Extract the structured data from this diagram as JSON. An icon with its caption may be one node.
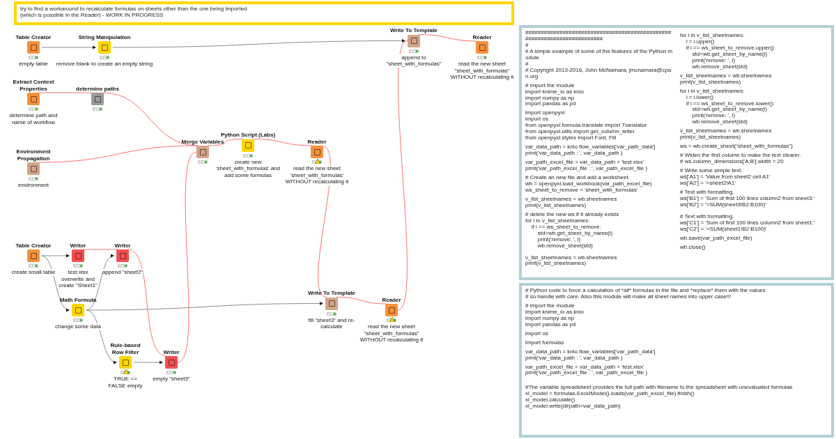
{
  "diagram": {
    "nodes": [
      {
        "text": [
          "try to find a workaround to recalculate formulas on sheets other than the one being imported",
          "(which is possible in the Reader) - WORK IN PROGRESS"
        ]
      },
      {
        "text": [
          "Table Creator",
          "empty table"
        ]
      },
      {
        "text": [
          "String Manipulation",
          "remove blank to create an empty string"
        ]
      },
      {
        "text": [
          "Write To Template",
          "append to \"sheet_with_formulas\""
        ]
      },
      {
        "text": [
          "Reader",
          "read the new sheet \"sheet_with_formulas\" WITHOUT recalculating it"
        ]
      },
      {
        "text": [
          "Extract Context Properties",
          "determine path and name of workflow"
        ]
      },
      {
        "text": [
          "determine paths"
        ]
      },
      {
        "text": [
          "Merge Variables"
        ]
      },
      {
        "text": [
          "Python Script (Labs)",
          "create new 'sheet_with_formulas' and add some formulas"
        ]
      },
      {
        "text": [
          "Reader",
          "read the new sheet 'sheet_with_formulas' WITHOUT recalculating it"
        ]
      },
      {
        "text": [
          "Environment Propagation",
          "environment"
        ]
      },
      {
        "text": [
          "Table Creator",
          "create small table"
        ]
      },
      {
        "text": [
          "Writer",
          "test.xlsx overwrite and create \"Sheet1\""
        ]
      },
      {
        "text": [
          "Writer",
          "append \"sheet2\""
        ]
      },
      {
        "text": [
          "Math Formula",
          "change some data"
        ]
      },
      {
        "text": [
          "Write To Template",
          "fill \"sheet3\" and re-calculate"
        ]
      },
      {
        "text": [
          "Reader",
          "read the new sheet \"sheet_with_formulas\" WITHOUT recalculating it"
        ]
      },
      {
        "text": [
          "Rule-based Row Filter",
          "TRUE => FALSE empty"
        ]
      },
      {
        "text": [
          "Writer",
          "empty \"sheet3\""
        ]
      },
      {
        "text": [
          "########################################################################",
          "#",
          "# A simple example of some of the features of the Python module.",
          "#",
          "# Copyright 2013-2016, John McNamara, jmcnamara@cpan.org",
          "# import the module",
          "import knime_io as knio",
          "import numpy as np",
          "import pandas as pd",
          "import openpyxl",
          "import os",
          "from openpyxl.formula.translate import Translator",
          "from openpyxl.utils import get_column_letter",
          "from openpyxl.styles import Font, Fill",
          "var_data_path = knio.flow_variables['var_path_data']",
          "print('var_data_path : ', var_data_path )",
          "var_path_excel_file = var_data_path + 'test.xlsx'",
          "print('var_path_excel_file : ', var_path_excel_file )",
          "# Create an new file and add a worksheet.",
          "wb = openpyxl.load_workbook(var_path_excel_file)",
          "ws_sheet_to_remove = 'sheet_with_formulas'",
          "v_list_sheetnames = wb.sheetnames",
          "print(v_list_sheetnames)",
          "# delete the new ws if it already exists",
          "for i in v_list_sheetnames:",
          "    if i == ws_sheet_to_remove:",
          "        std=wb.get_sheet_by_name(i)",
          "        print('remove: ', i)",
          "        wb.remove_sheet(std)",
          "v_list_sheetnames = wb.sheetnames",
          "print(v_list_sheetnames)",
          "for i in v_list_sheetnames:",
          "    i = i.upper()",
          "    if i == ws_sheet_to_remove.upper():",
          "        std=wb.get_sheet_by_name(i)",
          "        print('remove: ', i)",
          "        wb.remove_sheet(std)",
          "v_list_sheetnames = wb.sheetnames",
          "print(v_list_sheetnames)",
          "for i in v_list_sheetnames:",
          "    i = i.lower()",
          "    if i == ws_sheet_to_remove.lower():",
          "        std=wb.get_sheet_by_name(i)",
          "        print('remove: ', i)",
          "        wb.remove_sheet(std)",
          "v_list_sheetnames = wb.sheetnames",
          "print(v_list_sheetnames)",
          "ws = wb.create_sheet(\"sheet_with_formulas\")",
          "# Widen the first column to make the text clearer.",
          "# ws.column_dimensions['A:B'].width = 20",
          "# Write some simple text.",
          "ws['A1'] = 'Value from sheet2 cell A1'",
          "ws['A2'] = '=sheet2!A1'",
          "# Text with formatting.",
          "ws['B1'] = 'Sum of first 100 lines column2 from sheet3:'",
          "ws['B2'] = '=SUM(sheet3!B2:B100)'",
          "# Text with formatting.",
          "ws['C1'] = 'Sum of first 100 lines column2 from sheet1:'",
          "ws['C2'] = '=SUM(sheet1!B2:B100)'",
          "wb.save(var_path_excel_file)",
          "wb.close()"
        ]
      },
      {
        "text": [
          "# Python code to force a calculation of *all* formulas in the file and *replace* them with the values",
          "# so handle with care. Also this module will make all sheet names into upper case!!!",
          "# import the module",
          "import knime_io as knio",
          "import numpy as np",
          "import pandas as pd",
          "import os",
          "import formulas",
          "var_data_path = knio.flow_variables['var_path_data']",
          "print('var_data_path : ', var_data_path )",
          "var_path_excel_file = var_data_path + 'test.xlsx'",
          "print('var_path_excel_file : ', var_path_excel_file )",
          "#The variable spreadsheet provides the full path with filename to the spreadsheet with unevaluated formulae",
          "xl_model = formulas.ExcelModel().loads(var_path_excel_file).finish()",
          "xl_model.calculate()",
          "xl_model.write(dirpath=var_data_path)"
        ]
      }
    ],
    "edges": [
      {
        "from": 1,
        "to": 2,
        "arrow": "to",
        "color": "#8c8c8c"
      },
      {
        "from": 2,
        "to": 3,
        "arrow": "to",
        "color": "#8c8c8c"
      },
      {
        "from": 3,
        "to": 4,
        "arrow": "none"
      },
      {
        "from": 5,
        "to": 6,
        "arrow": "none"
      },
      {
        "from": 6,
        "to": 7,
        "arrow": "none"
      },
      {
        "from": 10,
        "to": 7,
        "arrow": "none"
      },
      {
        "from": 18,
        "to": 7,
        "arrow": "none"
      },
      {
        "from": 7,
        "to": 8,
        "arrow": "none"
      },
      {
        "from": 8,
        "to": 9,
        "arrow": "none"
      },
      {
        "from": 9,
        "to": 15,
        "arrow": "none"
      },
      {
        "from": 15,
        "to": 16,
        "arrow": "none"
      },
      {
        "from": 16,
        "to": 3,
        "arrow": "none"
      },
      {
        "from": 11,
        "to": 12,
        "arrow": "to",
        "color": "#8c8c8c"
      },
      {
        "from": 11,
        "to": 14,
        "arrow": "to",
        "color": "#8c8c8c"
      },
      {
        "from": 12,
        "to": 13,
        "arrow": "none"
      },
      {
        "from": 13,
        "to": 18,
        "arrow": "none"
      },
      {
        "from": 14,
        "to": 13,
        "arrow": "to",
        "color": "#8c8c8c"
      },
      {
        "from": 14,
        "to": 15,
        "arrow": "to",
        "color": "#8c8c8c"
      },
      {
        "from": 14,
        "to": 17,
        "arrow": "to",
        "color": "#8c8c8c"
      },
      {
        "from": 17,
        "to": 18,
        "arrow": "to",
        "color": "#8c8c8c"
      }
    ]
  }
}
